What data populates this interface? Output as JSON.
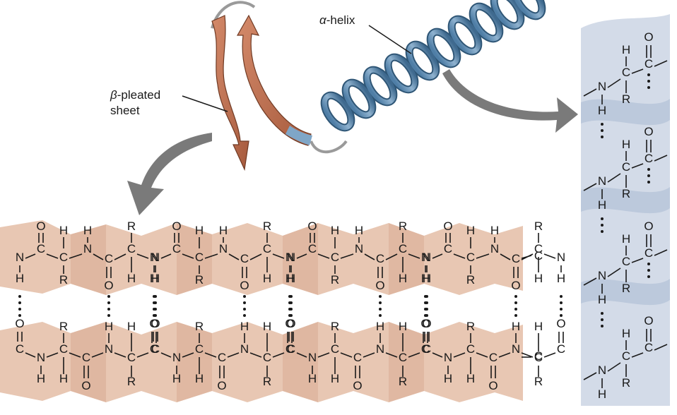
{
  "labels": {
    "alpha_greek": "α",
    "alpha_rest": "-helix",
    "beta_greek": "β",
    "beta_rest": "-pleated",
    "beta_line2": "sheet"
  },
  "chem": {
    "N": "N",
    "C": "C",
    "O": "O",
    "H": "H",
    "R": "R",
    "bond": "-",
    "vbond": "|"
  },
  "colors": {
    "beta_band": "#e8c7b3",
    "beta_band_shade": "#d9ab93",
    "helix_band": "#d3dbe8",
    "helix_band_shade": "#b7c4d8",
    "helix_ribbon": "#6d93b6",
    "helix_ribbon_dark": "#3f6a8f",
    "beta_ribbon": "#c4795a",
    "beta_ribbon_dark": "#9b4f33",
    "arrow_gray": "#7a7a7a"
  }
}
